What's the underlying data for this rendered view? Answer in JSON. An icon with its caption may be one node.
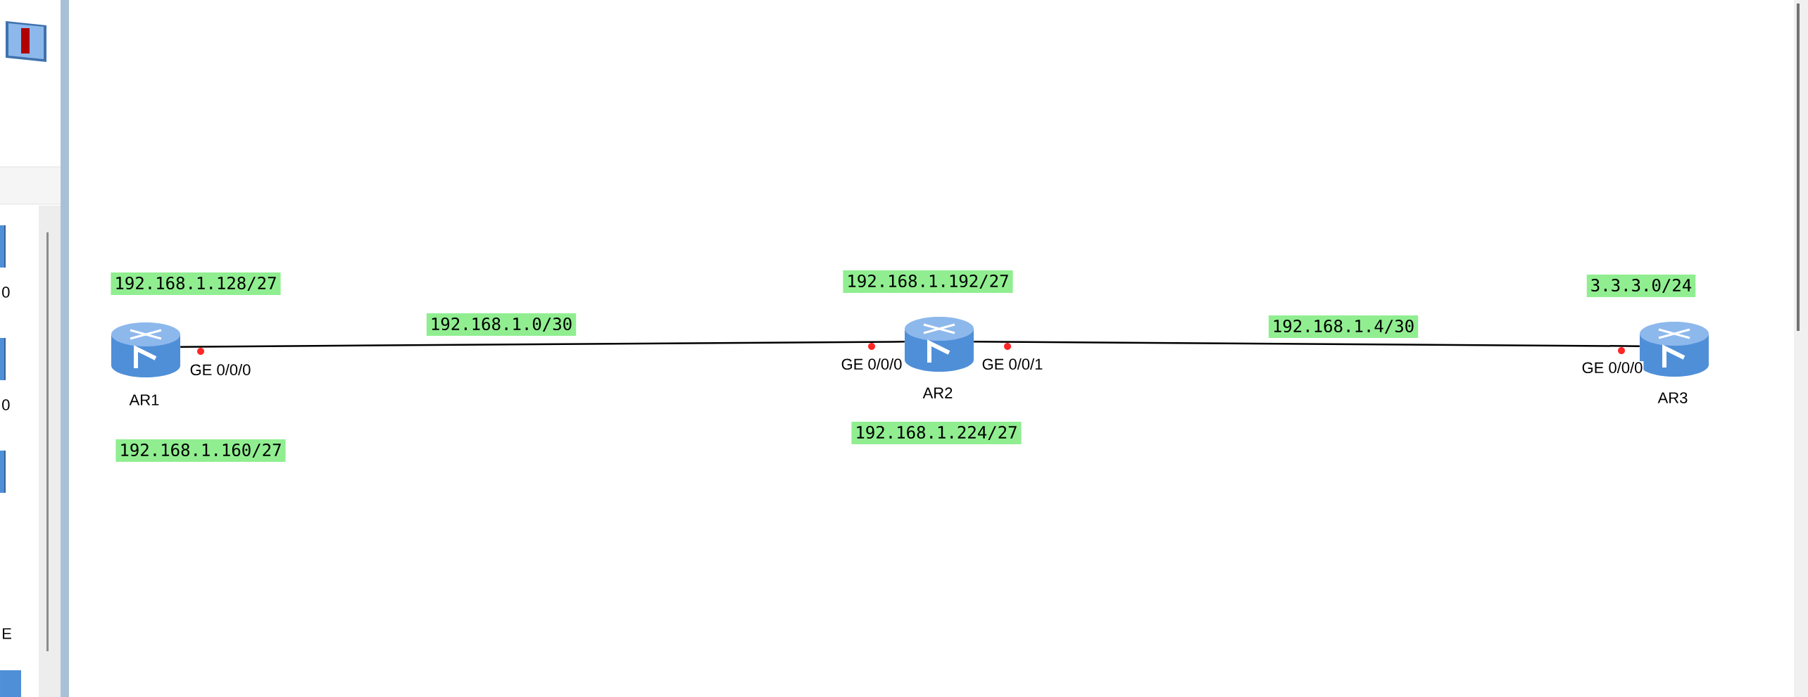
{
  "diagram": {
    "nodes": [
      {
        "text": [
          "AR1"
        ]
      },
      {
        "text": [
          "AR2"
        ]
      },
      {
        "text": [
          "AR3"
        ]
      },
      {
        "text": [
          "192.168.1.128/27"
        ]
      },
      {
        "text": [
          "192.168.1.192/27"
        ]
      },
      {
        "text": [
          "3.3.3.0/24"
        ]
      },
      {
        "text": [
          "192.168.1.160/27"
        ]
      },
      {
        "text": [
          "192.168.1.224/27"
        ]
      },
      {
        "text": [
          "192.168.1.0/30"
        ]
      },
      {
        "text": [
          "192.168.1.4/30"
        ]
      }
    ],
    "edges": [
      {
        "from": 0,
        "to": 1,
        "arrow": "none"
      },
      {
        "from": 1,
        "to": 2,
        "arrow": "none"
      }
    ],
    "labels": [
      "GE 0/0/0",
      "GE 0/0/0",
      "GE 0/0/1",
      "GE 0/0/0",
      "0",
      "0",
      "E"
    ]
  }
}
